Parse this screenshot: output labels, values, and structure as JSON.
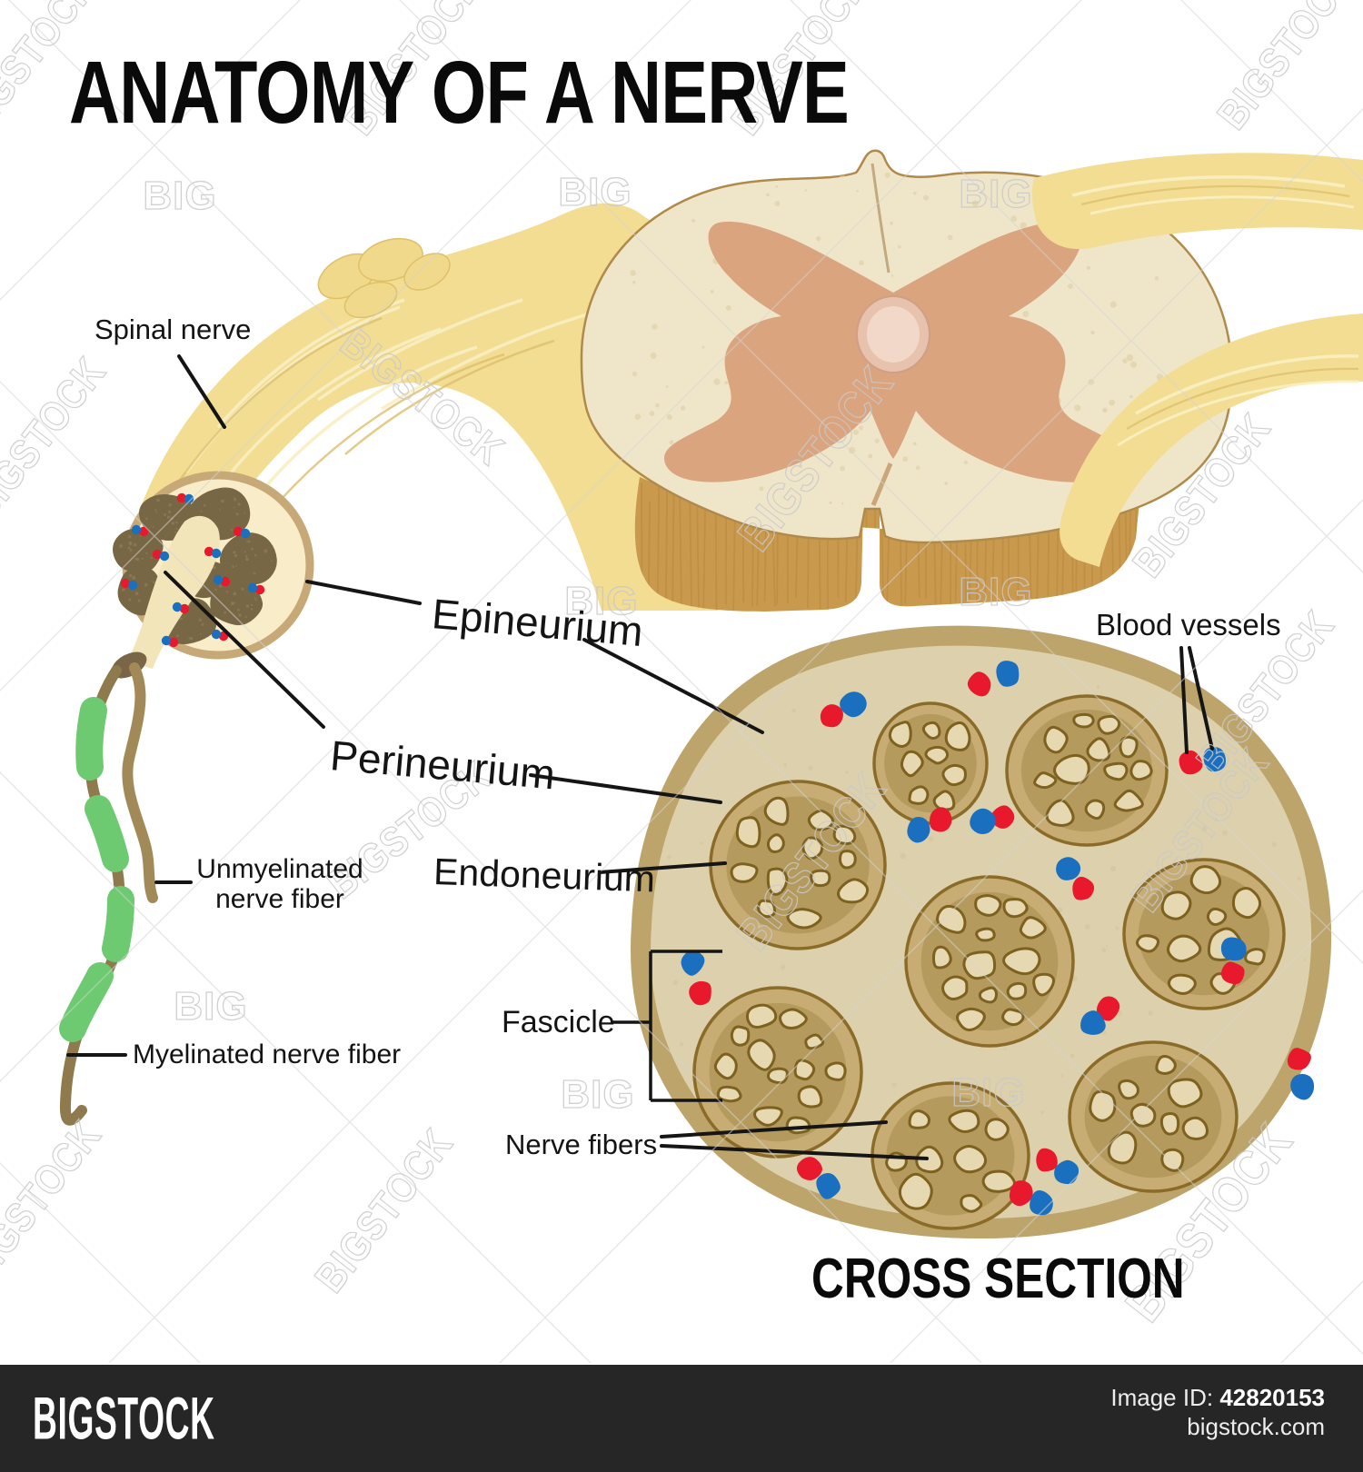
{
  "title": "ANATOMY OF A NERVE",
  "cross_section_heading": "CROSS SECTION",
  "labels": {
    "spinal_nerve": "Spinal nerve",
    "epineurium": "Epineurium",
    "perineurium": "Perineurium",
    "endoneurium": "Endoneurium",
    "unmyelinated_line1": "Unmyelinated",
    "unmyelinated_line2": "nerve fiber",
    "myelinated": "Myelinated nerve fiber",
    "fascicle": "Fascicle",
    "nerve_fibers": "Nerve fibers",
    "blood_vessels": "Blood vessels"
  },
  "watermark": {
    "brand": "BIGSTOCK",
    "short": "BIG"
  },
  "footer": {
    "logo": "BIGSTOCK",
    "image_id_label": "Image ID:",
    "image_id": "42820153",
    "site": "bigstock.com"
  },
  "colors": {
    "nerve_yellow": "#f2dd92",
    "nerve_streak_light": "#f9efc3",
    "nerve_streak_dark": "#ddc06e",
    "knot_fill": "#f0d98b",
    "cord_face": "#efe6ca",
    "face_speckle": "#e0d2a9",
    "cord_outline": "#b08a4a",
    "gray_matter": "#d9a47e",
    "canal_outer": "#e7c2ad",
    "canal_inner": "#f2d8c8",
    "cord_wall": "#c9994e",
    "wall_streak": "#b8863e",
    "blob_face": "#ddd0ac",
    "blob_ring": "#bda46a",
    "blob_speckle": "#d2c39a",
    "fascicle_ring": "#c7ad74",
    "fascicle_edge": "#8a6b28",
    "fascicle_fill": "#b59a5e",
    "fiber_blob": "#e6d8b0",
    "fiber_blob_edge": "#7d611f",
    "small_circle_face": "#f8ecc9",
    "small_circle_rim": "#c7a877",
    "small_fascicle": "#786745",
    "small_fascicle_speckle": "#8d7b55",
    "strip": "#f3e5ba",
    "fiber_cap": "#7a6647",
    "fiber_brown": "#8f7a4e",
    "fiber_brown2": "#a28a58",
    "myelin_green": "#6dca70",
    "vessel_red": "#e8192c",
    "vessel_blue": "#1a6fbf",
    "leader": "#151515",
    "watermark_gray": "#c9c9c9",
    "footer_bg": "#262626"
  }
}
